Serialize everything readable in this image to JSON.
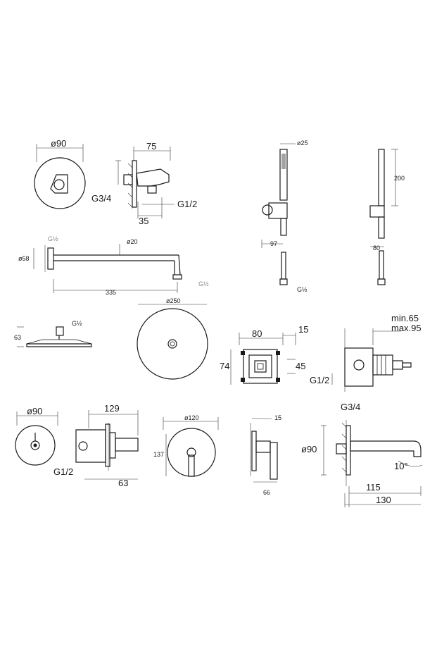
{
  "labels": {
    "d90_top": "ø90",
    "l75": "75",
    "g34_a": "G3/4",
    "l35": "35",
    "g12_a": "G1/2",
    "d25": "ø25",
    "l200": "200",
    "l97": "97",
    "l80_hand": "80",
    "g12_hose": "G½",
    "g12_arm": "G½",
    "d58": "ø58",
    "d20": "ø20",
    "l335": "335",
    "g12_arm_end": "G½",
    "g12_head": "G½",
    "l63_head": "63",
    "d250": "ø250",
    "l80_box": "80",
    "l15_box": "15",
    "l74": "74",
    "l45": "45",
    "min65": "min.65",
    "max95": "max.95",
    "g12_box": "G1/2",
    "d90_thermo": "ø90",
    "l129": "129",
    "g12_thermo": "G1/2",
    "l63_thermo": "63",
    "d120": "ø120",
    "l137": "137",
    "l15_mixer": "15",
    "l66": "66",
    "g34_spout": "G3/4",
    "d90_spout": "ø90",
    "deg10": "10°",
    "l115": "115",
    "l130": "130"
  }
}
